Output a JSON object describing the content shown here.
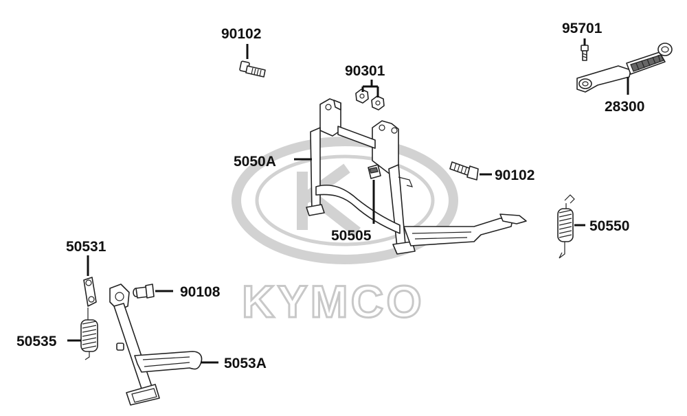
{
  "watermark": {
    "brand": "KYMCO",
    "color": "#c8c8c8"
  },
  "parts": [
    {
      "id": "90102_top",
      "number": "90102",
      "icon": "bolt-icon"
    },
    {
      "id": "90301",
      "number": "90301",
      "icon": "nut-icon"
    },
    {
      "id": "95701",
      "number": "95701",
      "icon": "screw-icon"
    },
    {
      "id": "28300",
      "number": "28300",
      "icon": "kick-pedal-icon"
    },
    {
      "id": "5050A",
      "number": "5050A",
      "icon": "main-stand-icon"
    },
    {
      "id": "90102_right",
      "number": "90102",
      "icon": "bolt-icon"
    },
    {
      "id": "50505",
      "number": "50505",
      "icon": "stopper-rubber-icon"
    },
    {
      "id": "50550",
      "number": "50550",
      "icon": "spring-icon"
    },
    {
      "id": "50531",
      "number": "50531",
      "icon": "spring-plate-icon"
    },
    {
      "id": "90108",
      "number": "90108",
      "icon": "bolt-icon"
    },
    {
      "id": "50535",
      "number": "50535",
      "icon": "spring-icon"
    },
    {
      "id": "5053A",
      "number": "5053A",
      "icon": "side-stand-icon"
    }
  ]
}
